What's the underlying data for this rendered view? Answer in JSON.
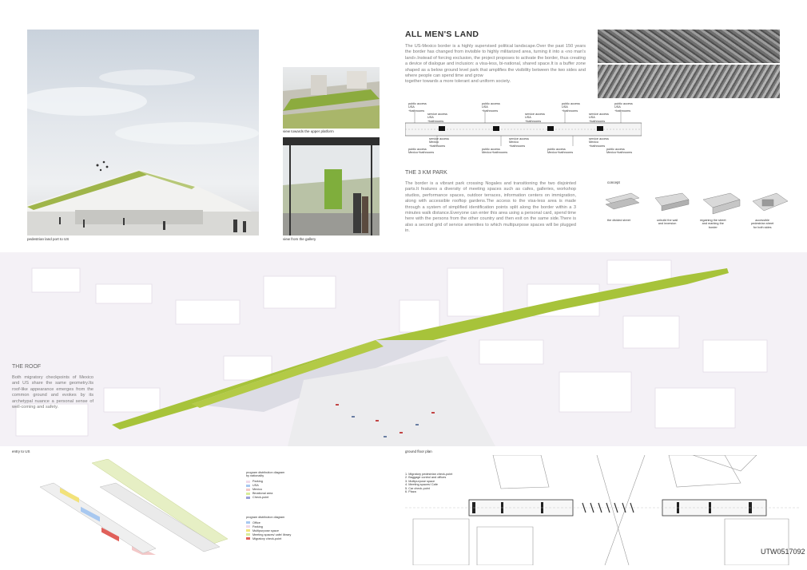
{
  "top_left": {
    "caption": "pedestrian land port to US"
  },
  "middle": {
    "caption_upper": "view towards the upper platform",
    "caption_lower": "view from the gallery"
  },
  "intro": {
    "title": "ALL MEN'S LAND",
    "body": "The US-Mexico border is a highly supervised political landscape.Over the past 150 years the border has changed from invisible to highly militarized area, turning it into a «no man's land».Instead of forcing exclusion, the project proposes to activate the border, thus creating a device of dialogue and inclusion: a visa-less, bi-national, shared space.It is a buffer zone shaped as a below ground level park that amplifies the visibility between the two sides and where people can spend time and grow",
    "body2": "together towards a more tolerant and uniform society."
  },
  "section_diagram": {
    "labels_top": [
      "public access\nUSA\n+bathrooms",
      "public access\nUSA\n+bathrooms",
      "public access\nUSA\n+bathrooms",
      "public access\nUSA\n+bathrooms"
    ],
    "labels_service_top": [
      "service access\nUSA\n+bathrooms",
      "service access\nUSA\n+bathrooms",
      "service access\nUSA\n+bathrooms"
    ],
    "labels_service_bottom": [
      "service access\nMexico\n+bathrooms",
      "service access\nMexico\n+bathrooms",
      "service access\nMexico\n+bathrooms"
    ],
    "labels_bottom": [
      "public access\nMexico+bathrooms",
      "public access\nMexico+bathrooms",
      "public access\nMexico+bathrooms",
      "public access\nMexico+bathrooms"
    ]
  },
  "park": {
    "title": "THE 3 KM PARK",
    "body": "The border is a vibrant park crossing Nogales and transitioning the two disjointed parts.It features a diversity of meeting spaces such as cafes, galleries, workshop studios, performance spaces, outdoor terraces, information centers on immigration, along with accessible rooftop gardens.The access to the visa-less area is made through a system of simplified identification points split along the border within a 3 minutes walk distance.Everyone can enter this area using a personal card, spend time here with the persons from the other country and then exit on the same side.There is also a second grid of service amenities to which multipurpose spaces will be plugged in."
  },
  "concept": {
    "heading": "concept",
    "steps": [
      "the divided street",
      "unbuild the wall\nand inversion",
      "regaining the street\nand marking the\nborder",
      "accessible\npedestrian street\nfor both sides"
    ]
  },
  "roof": {
    "title": "THE ROOF",
    "body": "Both migratory checkpoints of Mexico and US share the same geometry.Its roof-like appearance emerges from the common ground and evokes by its archetypal nuance a personal sense of well-coming and safety."
  },
  "bottom_left": {
    "caption": "entry to US",
    "legend1_title": "program distribution diagram\nby nationality",
    "legend1": [
      {
        "label": "Parking",
        "color": "#f0d9e8"
      },
      {
        "label": "USA",
        "color": "#a8c8f0"
      },
      {
        "label": "Mexico",
        "color": "#f3c9c9"
      },
      {
        "label": "Binational area",
        "color": "#d8ec9a"
      },
      {
        "label": "Check-point",
        "color": "#9aa0d8"
      }
    ],
    "legend2_title": "program distribution diagram",
    "legend2": [
      {
        "label": "Office",
        "color": "#a8c8f0"
      },
      {
        "label": "Parking",
        "color": "#f0d9e8"
      },
      {
        "label": "Multipurpose space",
        "color": "#f2e27a"
      },
      {
        "label": "Meeting spaces/ cafe/ library",
        "color": "#d8ec9a"
      },
      {
        "label": "Migratory check-point",
        "color": "#e0605a"
      }
    ]
  },
  "floor_plan": {
    "caption": "ground floor plan",
    "legend": [
      "1. Migratory pedestrian check-point",
      "2. Baggage control and offices",
      "3. Multipurpose space",
      "4. Meeting spaces/ Cafe",
      "5. Car check-point",
      "6. Plaza"
    ],
    "code": "UTW0517092"
  },
  "colors": {
    "sky": "#dfe3ea",
    "vegetation": "#a6c43c",
    "text_grey": "#7a7a7a"
  }
}
